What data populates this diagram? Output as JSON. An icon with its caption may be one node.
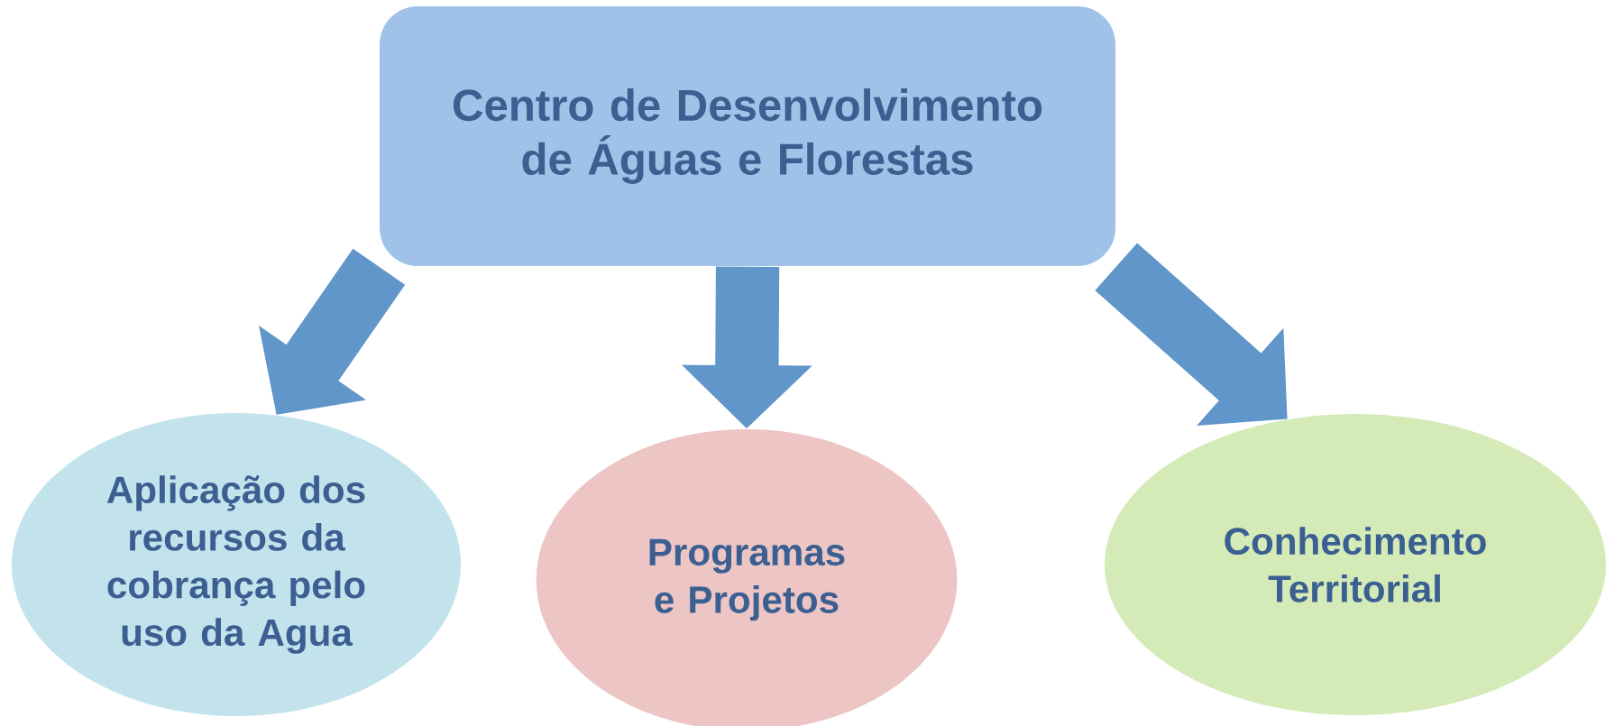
{
  "diagram": {
    "nodes": [
      {
        "text": [
          "Centro de Desenvolvimento de Águas e Florestas"
        ]
      },
      {
        "text": [
          "Aplicação dos recursos da cobrança pelo uso da Agua"
        ]
      },
      {
        "text": [
          "Programas e Projetos"
        ]
      },
      {
        "text": [
          "Conhecimento Territorial"
        ]
      }
    ],
    "edges": [
      {
        "from": 0,
        "to": 1,
        "arrow": "to"
      },
      {
        "from": 0,
        "to": 2,
        "arrow": "to"
      },
      {
        "from": 0,
        "to": 3,
        "arrow": "to"
      }
    ]
  }
}
